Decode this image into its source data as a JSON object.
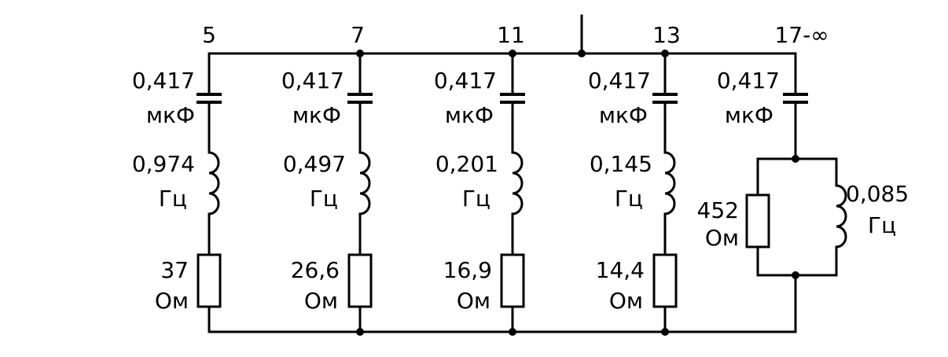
{
  "colors": {
    "line": "#000000",
    "background": "#ffffff"
  },
  "branches": [
    {
      "harmonic": "5",
      "capacitance": "0,417",
      "capacitance_unit": "мкФ",
      "inductance": "0,974",
      "inductance_unit": "Гц",
      "resistance": "37",
      "resistance_unit": "Ом"
    },
    {
      "harmonic": "7",
      "capacitance": "0,417",
      "capacitance_unit": "мкФ",
      "inductance": "0,497",
      "inductance_unit": "Гц",
      "resistance": "26,6",
      "resistance_unit": "Ом"
    },
    {
      "harmonic": "11",
      "capacitance": "0,417",
      "capacitance_unit": "мкФ",
      "inductance": "0,201",
      "inductance_unit": "Гц",
      "resistance": "16,9",
      "resistance_unit": "Ом"
    },
    {
      "harmonic": "13",
      "capacitance": "0,417",
      "capacitance_unit": "мкФ",
      "inductance": "0,145",
      "inductance_unit": "Гц",
      "resistance": "14,4",
      "resistance_unit": "Ом"
    },
    {
      "harmonic": "17-∞",
      "capacitance": "0,417",
      "capacitance_unit": "мкФ",
      "inductance": "0,085",
      "inductance_unit": "Гц",
      "resistance": "452",
      "resistance_unit": "Ом"
    }
  ]
}
